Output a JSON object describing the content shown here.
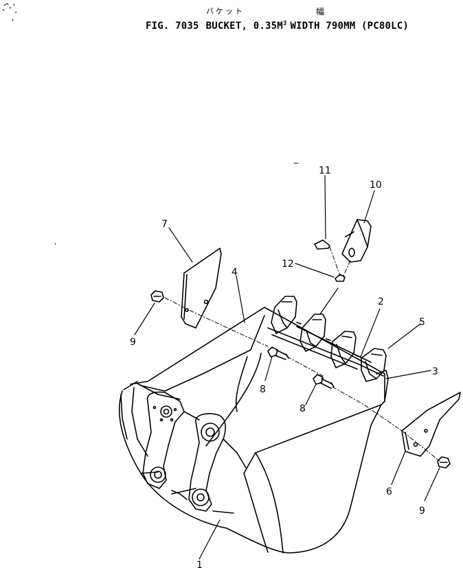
{
  "header": {
    "jp_name": "バケット",
    "jp_width": "幅",
    "fig_label": "FIG. 7035",
    "title_part1": "BUCKET, 0.35M",
    "title_sup": "3",
    "title_part2": "WIDTH 790MM (PC80LC)"
  },
  "callouts": [
    {
      "id": "1",
      "text": "1"
    },
    {
      "id": "2",
      "text": "2"
    },
    {
      "id": "3",
      "text": "3"
    },
    {
      "id": "4",
      "text": "4"
    },
    {
      "id": "5",
      "text": "5"
    },
    {
      "id": "6",
      "text": "6"
    },
    {
      "id": "7",
      "text": "7"
    },
    {
      "id": "8a",
      "text": "8"
    },
    {
      "id": "8b",
      "text": "8"
    },
    {
      "id": "9a",
      "text": "9"
    },
    {
      "id": "9b",
      "text": "9"
    },
    {
      "id": "10",
      "text": "10"
    },
    {
      "id": "11",
      "text": "11"
    },
    {
      "id": "12",
      "text": "12"
    }
  ]
}
